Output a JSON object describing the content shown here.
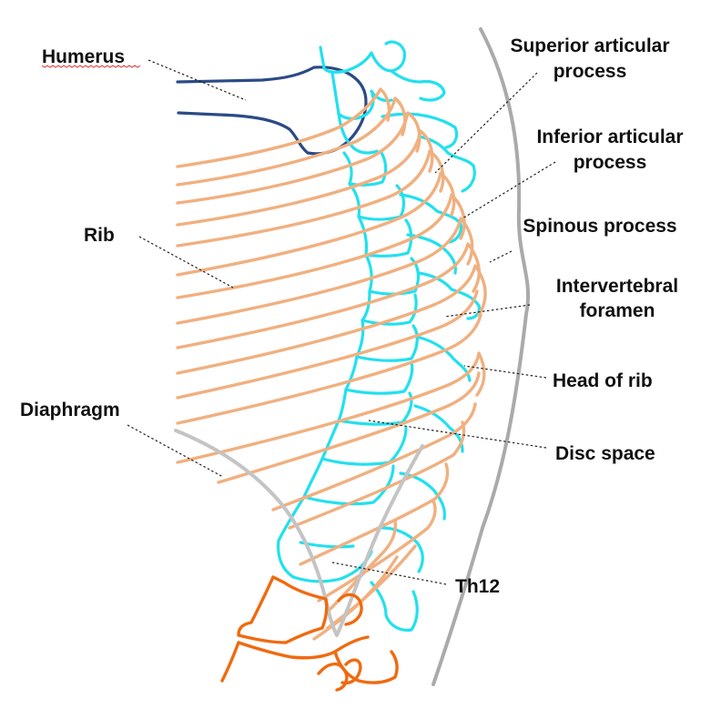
{
  "labels": {
    "humerus": "Humerus",
    "rib": "Rib",
    "diaphragm": "Diaphragm",
    "superior_articular_l1": "Superior articular",
    "superior_articular_l2": "process",
    "inferior_articular_l1": "Inferior articular",
    "inferior_articular_l2": "process",
    "spinous_process": "Spinous process",
    "intervertebral_l1": "Intervertebral",
    "intervertebral_l2": "foramen",
    "head_of_rib": "Head of rib",
    "disc_space": "Disc space",
    "th12": "Th12"
  },
  "colors": {
    "rib": "#f0b080",
    "vertebra": "#22e0ee",
    "humerus": "#2c4a86",
    "lumbar": "#f06a10",
    "outline": "#aaaaaa",
    "diaphragm": "#c4c4c4",
    "text": "#111111",
    "leader": "#222222"
  }
}
